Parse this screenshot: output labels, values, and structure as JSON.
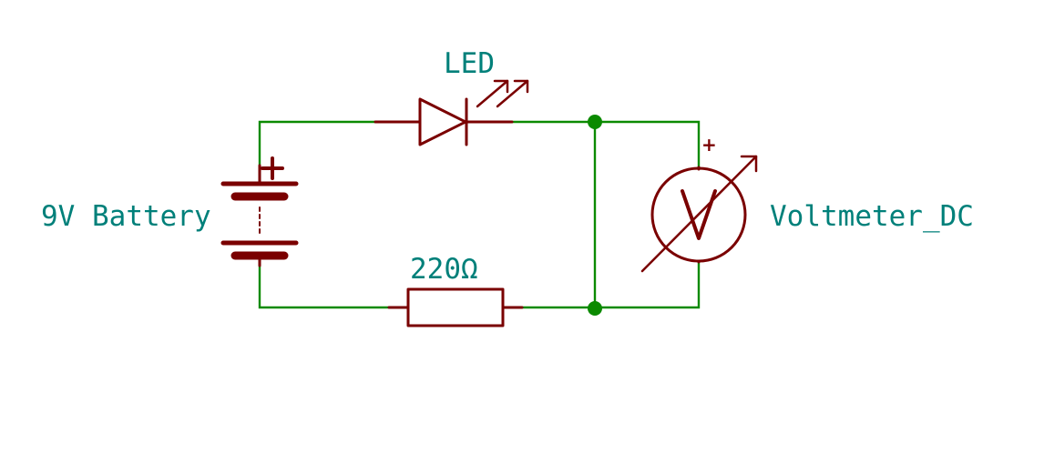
{
  "components": {
    "battery": {
      "label": "9V Battery"
    },
    "led": {
      "label": "LED"
    },
    "resistor": {
      "label": "220Ω"
    },
    "voltmeter": {
      "label": "Voltmeter_DC",
      "symbol": "V",
      "polarity": "+"
    }
  },
  "colors": {
    "wire": "#0b8a00",
    "component": "#7a0000",
    "label": "#00807a",
    "background": "#ffffff"
  }
}
